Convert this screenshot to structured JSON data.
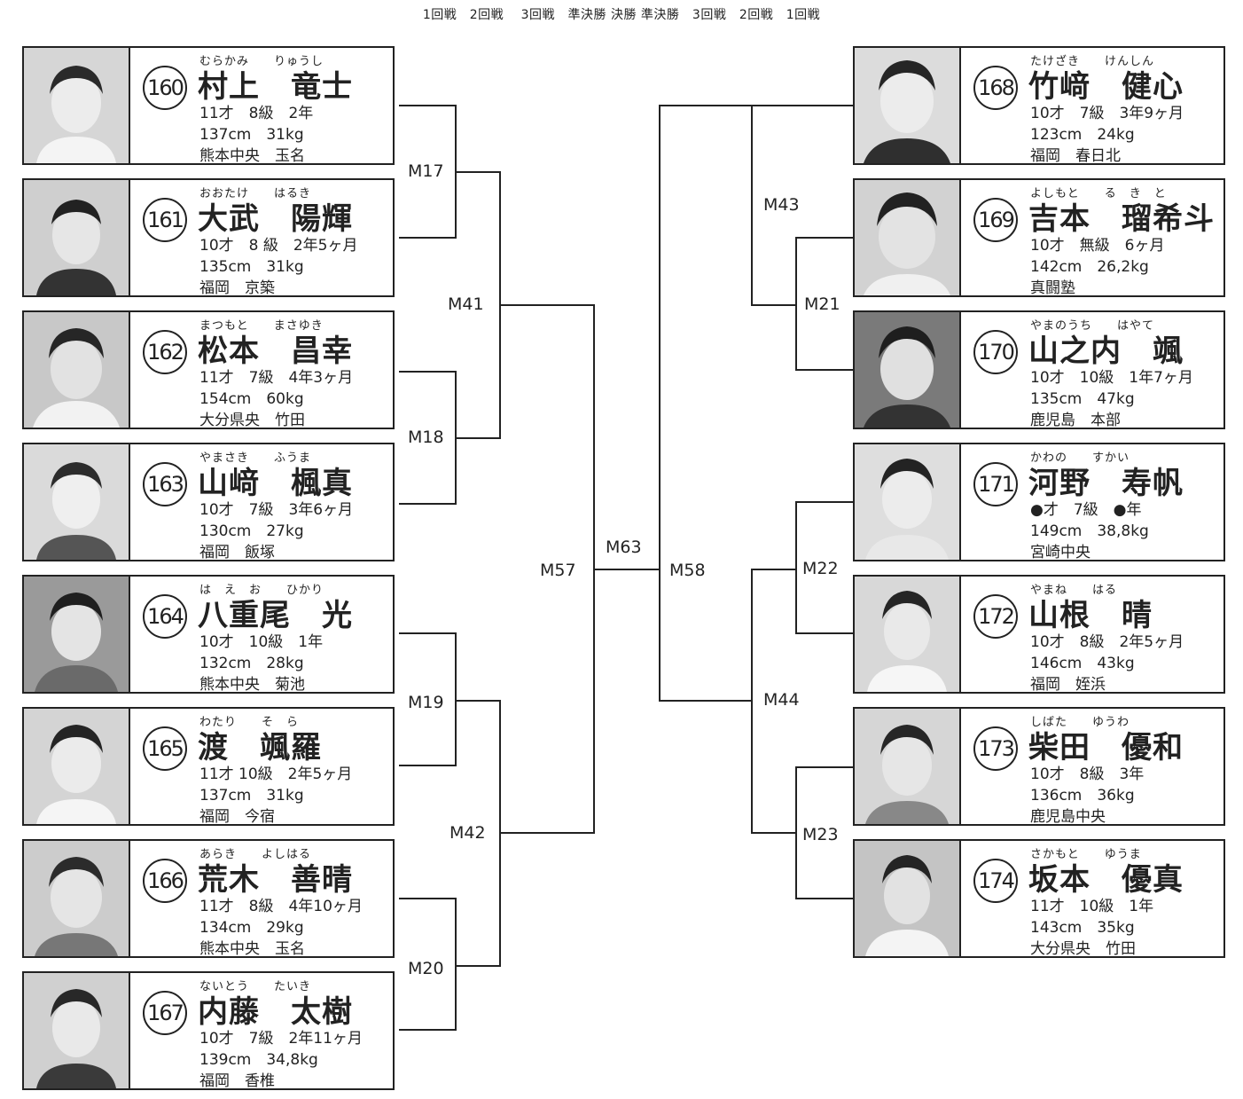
{
  "header": {
    "rounds": "1回戦　2回戦　 3回戦　準決勝 決勝 準決勝　3回戦　2回戦　1回戦"
  },
  "left": [
    {
      "num": "160",
      "kana": "むらかみ　　りゅうし",
      "name": "村上　竜士",
      "line1": "11才　8級　2年",
      "line2": "137cm　31kg",
      "line3": "熊本中央　玉名"
    },
    {
      "num": "161",
      "kana": "おおたけ　　はるき",
      "name": "大武　陽輝",
      "line1": "10才　8 級　2年5ヶ月",
      "line2": "135cm　31kg",
      "line3": "福岡　京築"
    },
    {
      "num": "162",
      "kana": "まつもと　　まさゆき",
      "name": "松本　昌幸",
      "line1": "11才　7級　4年3ヶ月",
      "line2": "154cm　60kg",
      "line3": "大分県央　竹田"
    },
    {
      "num": "163",
      "kana": "やまさき　　ふうま",
      "name": "山﨑　楓真",
      "line1": "10才　7級　3年6ヶ月",
      "line2": "130cm　27kg",
      "line3": "福岡　飯塚"
    },
    {
      "num": "164",
      "kana": "は　え　お　　ひかり",
      "name": "八重尾　光",
      "line1": "10才　10級　1年",
      "line2": "132cm　28kg",
      "line3": "熊本中央　菊池"
    },
    {
      "num": "165",
      "kana": "わたり　　そ　ら",
      "name": "渡　颯羅",
      "line1": "11才 10級　2年5ヶ月",
      "line2": "137cm　31kg",
      "line3": "福岡　今宿"
    },
    {
      "num": "166",
      "kana": "あらき　　よしはる",
      "name": "荒木　善晴",
      "line1": "11才　8級　4年10ヶ月",
      "line2": "134cm　29kg",
      "line3": "熊本中央　玉名"
    },
    {
      "num": "167",
      "kana": "ないとう　　たいき",
      "name": "内藤　太樹",
      "line1": "10才　7級　2年11ヶ月",
      "line2": "139cm　34,8kg",
      "line3": "福岡　香椎"
    }
  ],
  "right": [
    {
      "num": "168",
      "kana": "たけざき　　けんしん",
      "name": "竹﨑　健心",
      "line1": "10才　7級　3年9ヶ月",
      "line2": "123cm　24kg",
      "line3": "福岡　春日北"
    },
    {
      "num": "169",
      "kana": "よしもと　　る　き　と",
      "name": "吉本　瑠希斗",
      "line1": "10才　無級　6ヶ月",
      "line2": "142cm　26,2kg",
      "line3": "真闘塾"
    },
    {
      "num": "170",
      "kana": "やまのうち　　はやて",
      "name": "山之内　颯",
      "line1": "10才　10級　1年7ヶ月",
      "line2": "135cm　47kg",
      "line3": "鹿児島　本部"
    },
    {
      "num": "171",
      "kana": "かわの　　すかい",
      "name": "河野　寿帆",
      "line1": "●才　7級　●年",
      "line2": "149cm　38,8kg",
      "line3": "宮崎中央"
    },
    {
      "num": "172",
      "kana": "やまね　　はる",
      "name": "山根　晴",
      "line1": "10才　8級　2年5ヶ月",
      "line2": "146cm　43kg",
      "line3": "福岡　姪浜"
    },
    {
      "num": "173",
      "kana": "しばた　　ゆうわ",
      "name": "柴田　優和",
      "line1": "10才　8級　3年",
      "line2": "136cm　36kg",
      "line3": "鹿児島中央"
    },
    {
      "num": "174",
      "kana": "さかもと　　ゆうま",
      "name": "坂本　優真",
      "line1": "11才　10級　1年",
      "line2": "143cm　35kg",
      "line3": "大分県央　竹田"
    }
  ],
  "matches": {
    "M17": "M17",
    "M18": "M18",
    "M19": "M19",
    "M20": "M20",
    "M41": "M41",
    "M42": "M42",
    "M57": "M57",
    "M63": "M63",
    "M58": "M58",
    "M43": "M43",
    "M44": "M44",
    "M21": "M21",
    "M22": "M22",
    "M23": "M23"
  },
  "colors": {
    "line": "#222222",
    "photo_bg": "#b8b8b8",
    "skin": "#e8e8e8",
    "hair": "#2a2a2a"
  }
}
